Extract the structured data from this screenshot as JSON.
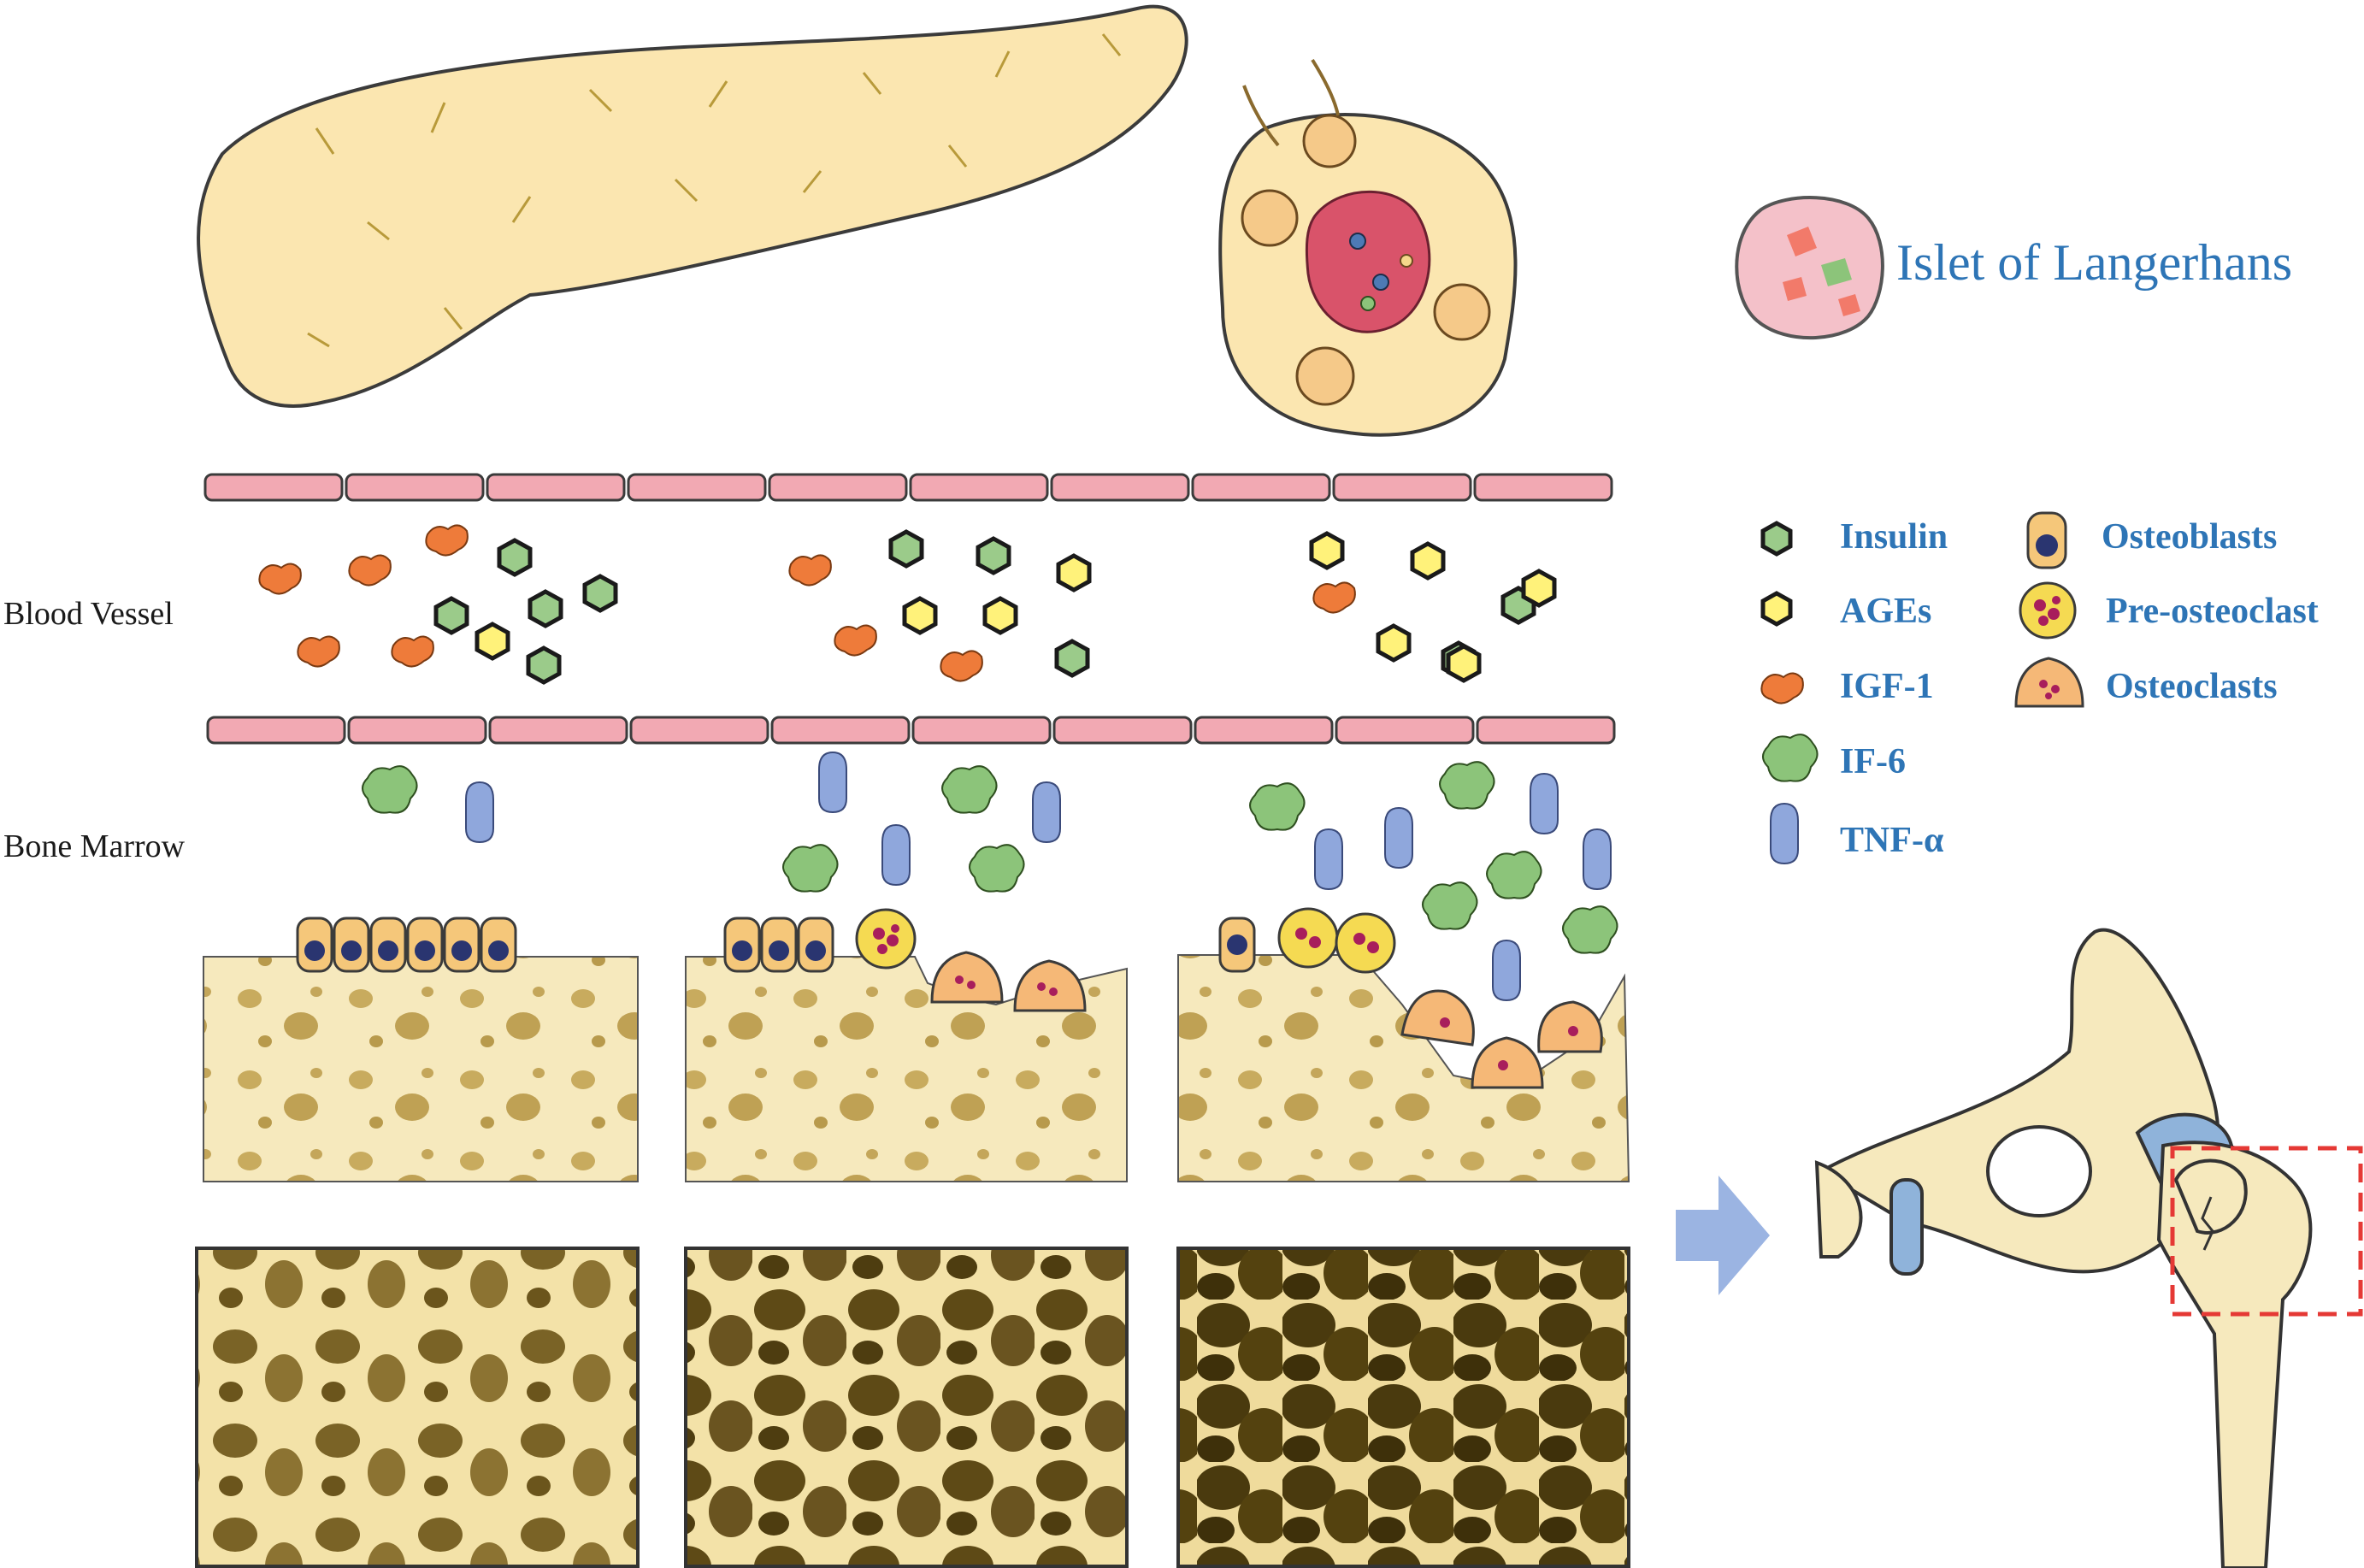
{
  "islet_title": "Islet of Langerhans",
  "labels": {
    "blood_vessel": "Blood Vessel",
    "bone_marrow": "Bone Marrow"
  },
  "legend": {
    "insulin": "Insulin",
    "ages": "AGEs",
    "igf1": "IGF-1",
    "if6": "IF-6",
    "tnf": "TNF-α",
    "osteoblasts": "Osteoblasts",
    "preosteoclast": "Pre-osteoclast",
    "osteoclasts": "Osteoclasts"
  },
  "colors": {
    "legend_text": "#2E75B6",
    "pancreas": "#FBE6B0",
    "vessel_cell": "#F2A9B3",
    "insulin": "#9BCB8A",
    "ages": "#FFF27A",
    "igf1": "#EE7B3A",
    "if6": "#8CC47A",
    "tnf": "#8FA7DC",
    "bone": "#F6E9BD",
    "bone_dark": "#5A4714",
    "cartilage": "#8FB3DA",
    "arrow": "#9BB4E2",
    "fracture_box": "#E53935"
  }
}
